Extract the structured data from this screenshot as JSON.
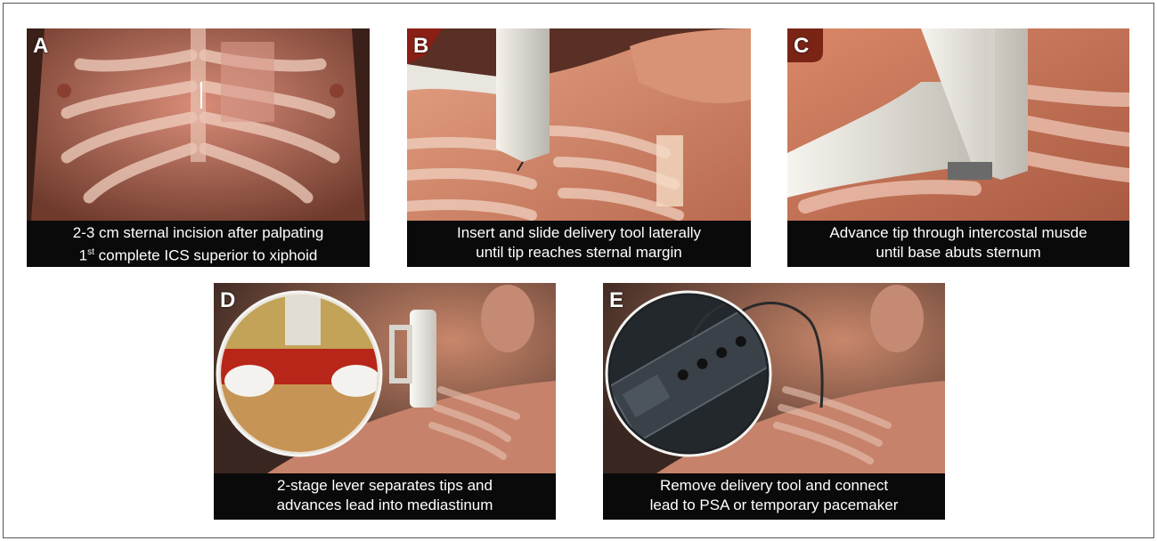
{
  "panels": [
    {
      "letter": "A",
      "caption_line1": "2-3 cm sternal incision after palpating",
      "caption_line2_num": "1",
      "caption_line2_sup": "st",
      "caption_line2_rest": " complete ICS superior to xiphoid"
    },
    {
      "letter": "B",
      "caption_line1": "Insert and slide delivery tool laterally",
      "caption_line2": "until tip  reaches sternal margin"
    },
    {
      "letter": "C",
      "caption_line1": "Advance tip through intercostal musde",
      "caption_line2": "until base abuts sternum"
    },
    {
      "letter": "D",
      "caption_line1": "2-stage lever separates tips and",
      "caption_line2": "advances lead into mediastinum"
    },
    {
      "letter": "E",
      "caption_line1": "Remove delivery tool and connect",
      "caption_line2": "lead to PSA or temporary pacemaker"
    }
  ],
  "colors": {
    "skin": "#d8876a",
    "rib": "#f0c8b0",
    "caption_bg": "#0b0a0a",
    "caption_text": "#ffffff",
    "badge": "#7a2416"
  }
}
